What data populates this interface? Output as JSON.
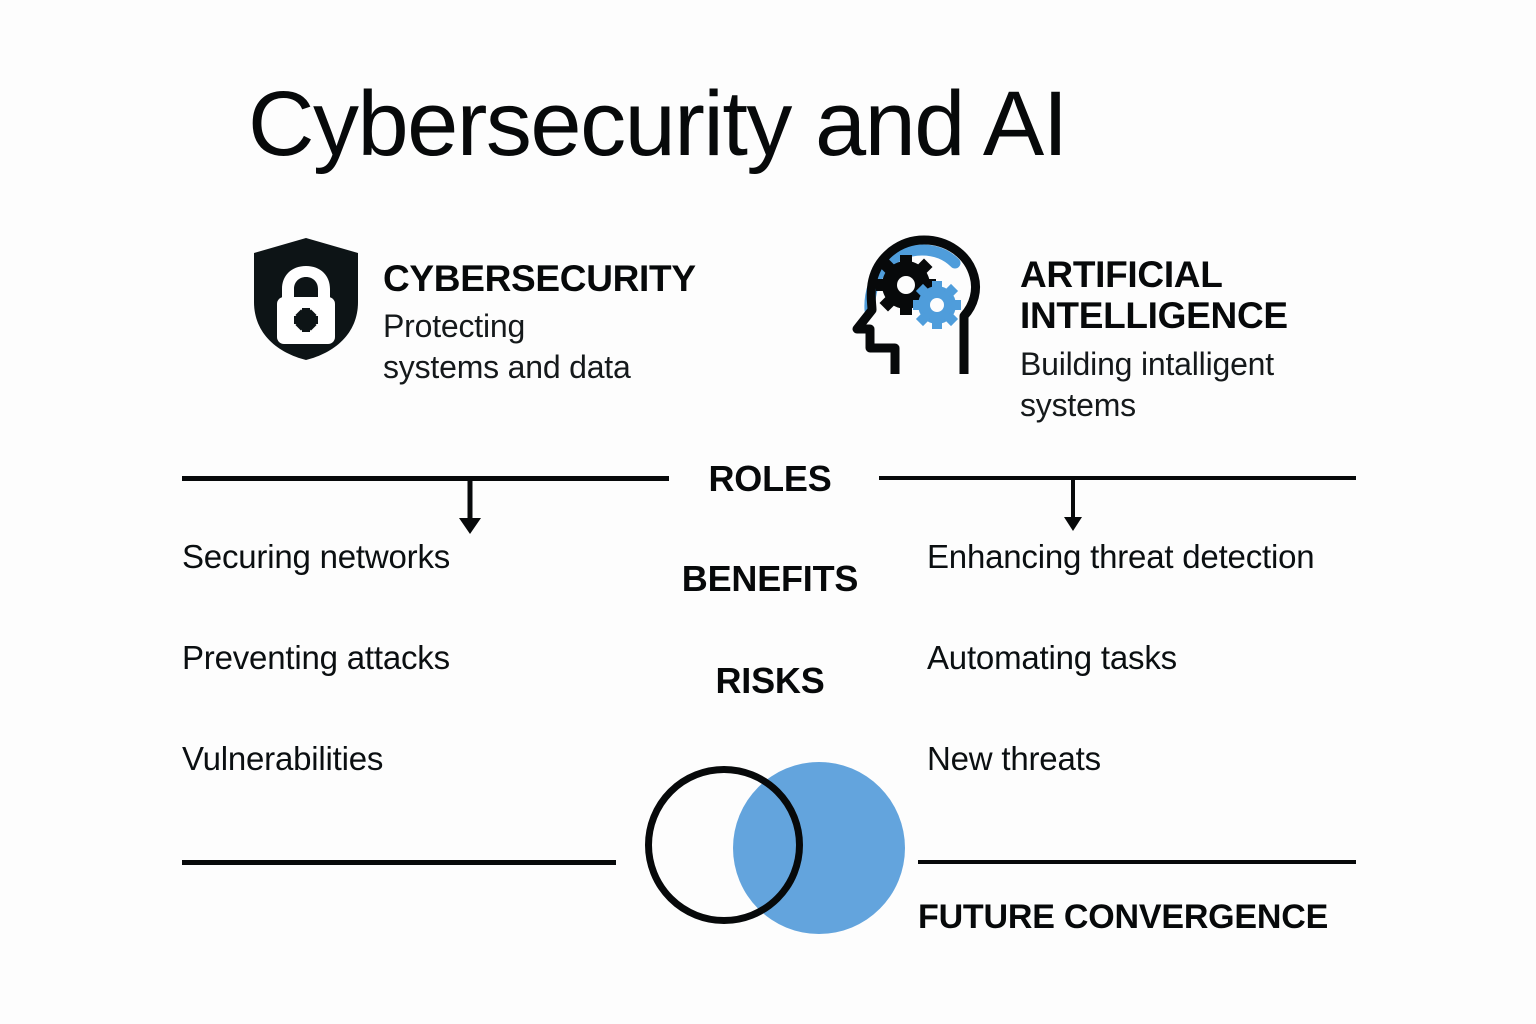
{
  "page": {
    "title": "Cybersecurity and AI",
    "background_color": "#fdfdfd",
    "ink_color": "#07090a",
    "accent_color": "#63a4dd"
  },
  "pillars": [
    {
      "icon": "shield-lock-icon",
      "heading": "CYBERSECURITY",
      "subtitle": "Protecting\nsystems and data"
    },
    {
      "icon": "head-gears-ai-icon",
      "heading": "ARTIFICIAL\nINTELLIGENCE",
      "subtitle": "Building intalligent\nsystems"
    }
  ],
  "center_labels": {
    "roles": "ROLES",
    "benefits": "BENEFITS",
    "risks": "RISKS"
  },
  "columns": {
    "left": {
      "items": [
        "Securing networks",
        "Preventing attacks",
        "Vulnerabilities"
      ]
    },
    "right": {
      "items": [
        "Enhancing threat detection",
        "Automating tasks",
        "New threats"
      ]
    }
  },
  "venn": {
    "left_circle_label": "cybersecurity-circle",
    "right_circle_label": "ai-circle",
    "right_circle_color": "#63a4dd"
  },
  "footer": {
    "caption": "FUTURE CONVERGENCE"
  }
}
